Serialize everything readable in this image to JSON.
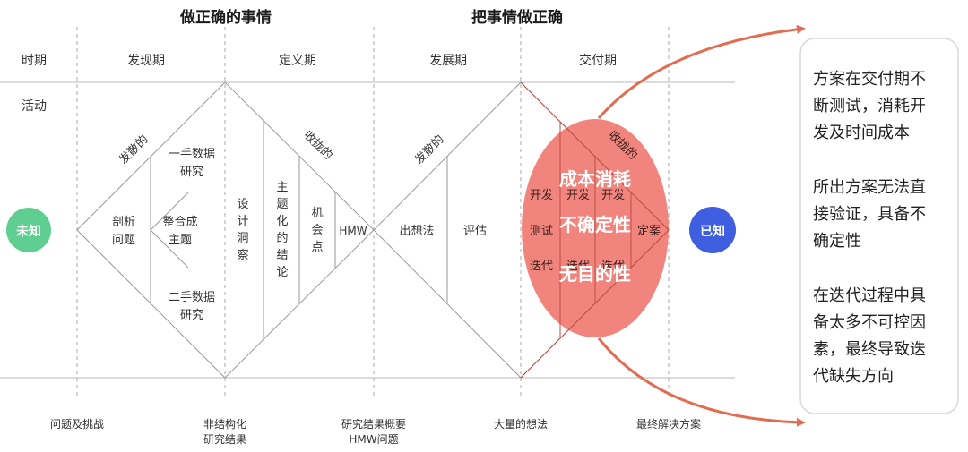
{
  "titles": {
    "left": "做正确的事情",
    "right": "把事情做正确"
  },
  "row_labels": {
    "period": "时期",
    "activity": "活动"
  },
  "phases": [
    "发现期",
    "定义期",
    "发展期",
    "交付期"
  ],
  "endpoints": {
    "unknown": "未知",
    "known": "已知"
  },
  "diamond1": {
    "diverge": "发散的",
    "converge": "收拢的",
    "items": {
      "analyze": [
        "剖析",
        "问题"
      ],
      "integrate": [
        "整合成",
        "主题"
      ],
      "primary": [
        "一手数据",
        "研究"
      ],
      "secondary": [
        "二手数据",
        "研究"
      ],
      "insight": [
        "设",
        "计",
        "洞",
        "察"
      ],
      "conclusion": [
        "主",
        "题",
        "化",
        "的",
        "结",
        "论"
      ],
      "opportunity": [
        "机",
        "会",
        "点"
      ],
      "hmw": "HMW"
    }
  },
  "diamond2": {
    "diverge": "发散的",
    "converge": "收拢的",
    "items": {
      "ideate": "出想法",
      "evaluate": "评估",
      "develop": [
        "开发",
        "开发",
        "开发"
      ],
      "test": "测试",
      "iterate": [
        "迭代",
        "迭代",
        "迭代"
      ],
      "finalize": "定案"
    }
  },
  "overlay": [
    "成本消耗",
    "不确定性",
    "无目的性"
  ],
  "bottom_labels": {
    "problems": [
      "问题及挑战"
    ],
    "unstructured": [
      "非结构化",
      "研究结果"
    ],
    "summary": [
      "研究结果概要",
      "HMW问题"
    ],
    "ideas": [
      "大量的想法"
    ],
    "solution": [
      "最终解决方案"
    ]
  },
  "side_notes": [
    [
      "方案在交付期不",
      "断测试，消耗开",
      "发及时间成本"
    ],
    [
      "所出方案无法直",
      "接验证，具备不",
      "确定性"
    ],
    [
      "在迭代过程中具",
      "备太多不可控因",
      "素，最终导致迭",
      "代缺失方向"
    ]
  ],
  "colors": {
    "unknown_circle": "#5ecf90",
    "known_circle": "#3f5fe0",
    "overlay_ellipse": "#ee7067",
    "arrow": "#e26b50",
    "line": "#b0b0b0"
  }
}
